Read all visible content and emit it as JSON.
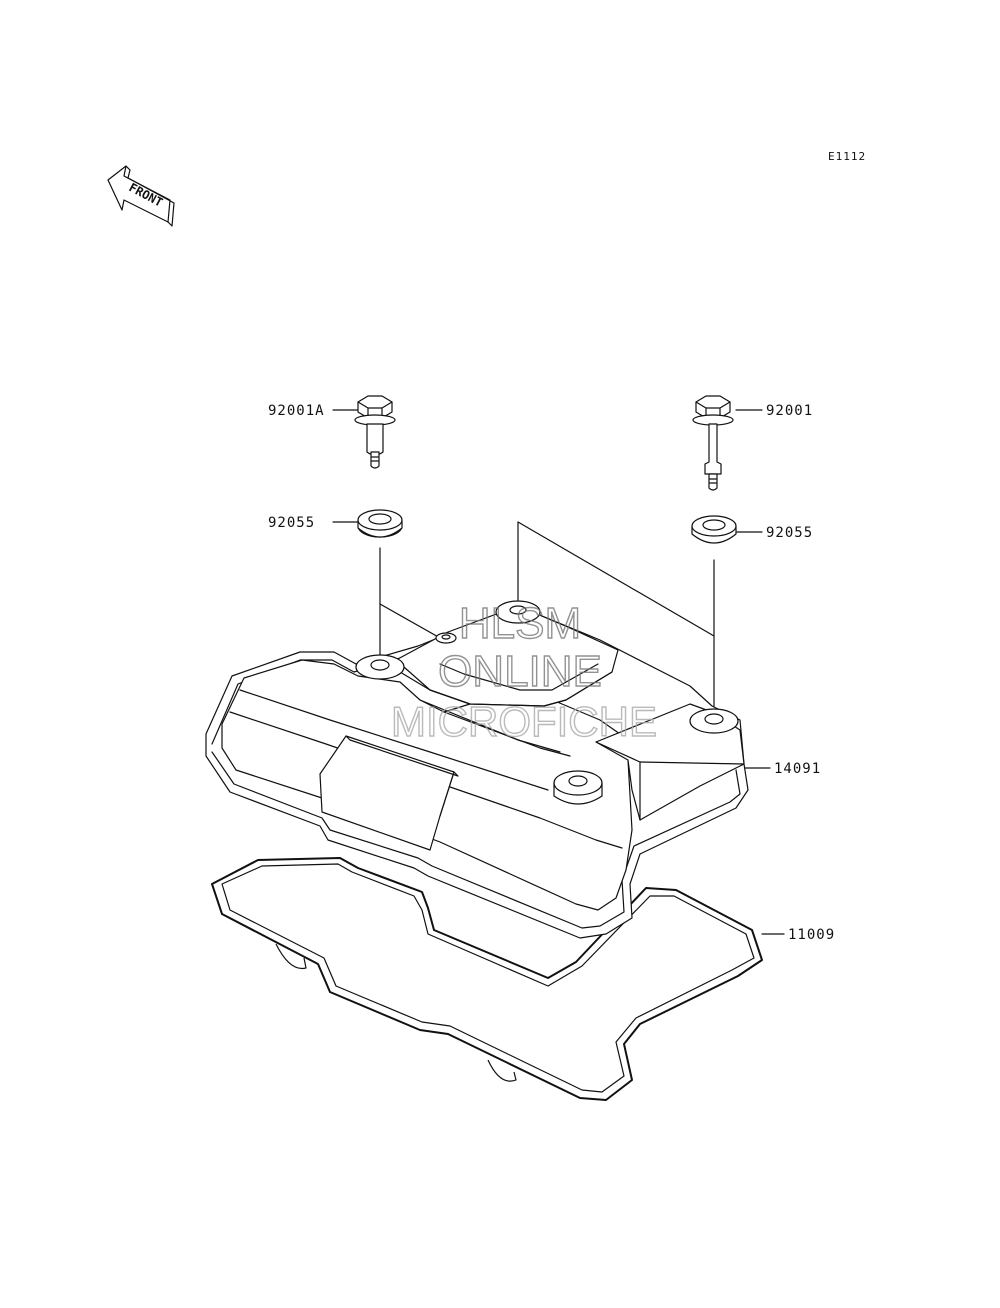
{
  "diagram": {
    "code": "E1112",
    "front_label": "FRONT",
    "parts": {
      "bolt_a": "92001A",
      "bolt": "92001",
      "washer_left": "92055",
      "washer_right": "92055",
      "cover": "14091",
      "gasket": "11009"
    },
    "watermark": {
      "line1": "HLSM",
      "line2": "ONLINE",
      "line3": "MICROFICHE"
    }
  }
}
